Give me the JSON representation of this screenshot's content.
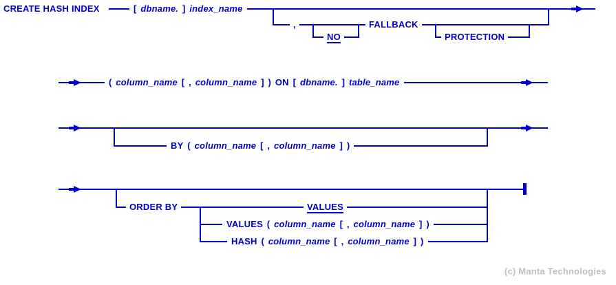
{
  "colors": {
    "diagram_blue": "#0000CC",
    "copyright_gray": "#C0C0C0",
    "background": "#FFFFFF"
  },
  "line1": {
    "keyword": "CREATE HASH INDEX",
    "index_ref_tokens": [
      {
        "text": "[",
        "style": "kw"
      },
      {
        "text": "dbname.",
        "style": "var"
      },
      {
        "text": "]",
        "style": "kw"
      },
      {
        "text": "index_name",
        "style": "var"
      }
    ],
    "branch": {
      "comma": ",",
      "no_keyword": "NO",
      "fallback_keyword": "FALLBACK",
      "protection_keyword": "PROTECTION"
    }
  },
  "line2": {
    "tokens": [
      {
        "text": "(",
        "style": "kw"
      },
      {
        "text": "column_name",
        "style": "var"
      },
      {
        "text": "[",
        "style": "kw"
      },
      {
        "text": ",",
        "style": "kw"
      },
      {
        "text": "column_name",
        "style": "var"
      },
      {
        "text": "]",
        "style": "kw"
      },
      {
        "text": ")",
        "style": "kw"
      },
      {
        "text": "ON",
        "style": "kw"
      },
      {
        "text": "[",
        "style": "kw"
      },
      {
        "text": "dbname.",
        "style": "var"
      },
      {
        "text": "]",
        "style": "kw"
      },
      {
        "text": "table_name",
        "style": "var"
      }
    ]
  },
  "line3": {
    "by_clause_tokens": [
      {
        "text": "BY",
        "style": "kw"
      },
      {
        "text": "(",
        "style": "kw"
      },
      {
        "text": "column_name",
        "style": "var"
      },
      {
        "text": "[",
        "style": "kw"
      },
      {
        "text": ",",
        "style": "kw"
      },
      {
        "text": "column_name",
        "style": "var"
      },
      {
        "text": "]",
        "style": "kw"
      },
      {
        "text": ")",
        "style": "kw"
      }
    ]
  },
  "line4": {
    "order_by_keyword": "ORDER BY",
    "values_default_keyword": "VALUES",
    "values_option_tokens": [
      {
        "text": "VALUES",
        "style": "kw"
      },
      {
        "text": "(",
        "style": "kw"
      },
      {
        "text": "column_name",
        "style": "var"
      },
      {
        "text": "[",
        "style": "kw"
      },
      {
        "text": ",",
        "style": "kw"
      },
      {
        "text": "column_name",
        "style": "var"
      },
      {
        "text": "]",
        "style": "kw"
      },
      {
        "text": ")",
        "style": "kw"
      }
    ],
    "hash_option_tokens": [
      {
        "text": "HASH",
        "style": "kw"
      },
      {
        "text": "(",
        "style": "kw"
      },
      {
        "text": "column_name",
        "style": "var"
      },
      {
        "text": "[",
        "style": "kw"
      },
      {
        "text": ",",
        "style": "kw"
      },
      {
        "text": "column_name",
        "style": "var"
      },
      {
        "text": "]",
        "style": "kw"
      },
      {
        "text": ")",
        "style": "kw"
      }
    ]
  },
  "footer": {
    "copyright": "(c) Manta Technologies"
  }
}
